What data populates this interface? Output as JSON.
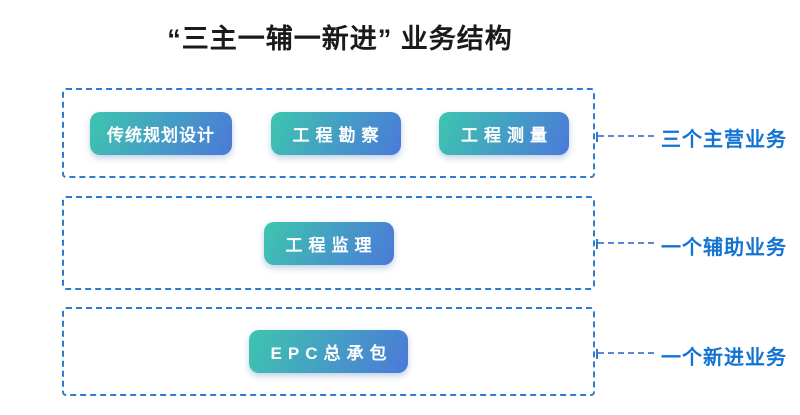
{
  "title": "“三主一辅一新进” 业务结构",
  "groups": [
    {
      "name": "main-businesses",
      "pills": [
        {
          "label": "传统规划设计"
        },
        {
          "label": "工程勘察"
        },
        {
          "label": "工程测量"
        }
      ],
      "side_label": "三个主营业务"
    },
    {
      "name": "auxiliary-business",
      "pills": [
        {
          "label": "工程监理"
        }
      ],
      "side_label": "一个辅助业务"
    },
    {
      "name": "new-business",
      "pills": [
        {
          "label": "EPC总承包"
        }
      ],
      "side_label": "一个新进业务"
    }
  ],
  "colors": {
    "pill_gradient_start": "#3ec5af",
    "pill_gradient_end": "#4b79d9",
    "box_border": "#2e7bd0",
    "connector": "#5b87d6",
    "side_label": "#1273d2",
    "title": "#1a1a1a"
  }
}
